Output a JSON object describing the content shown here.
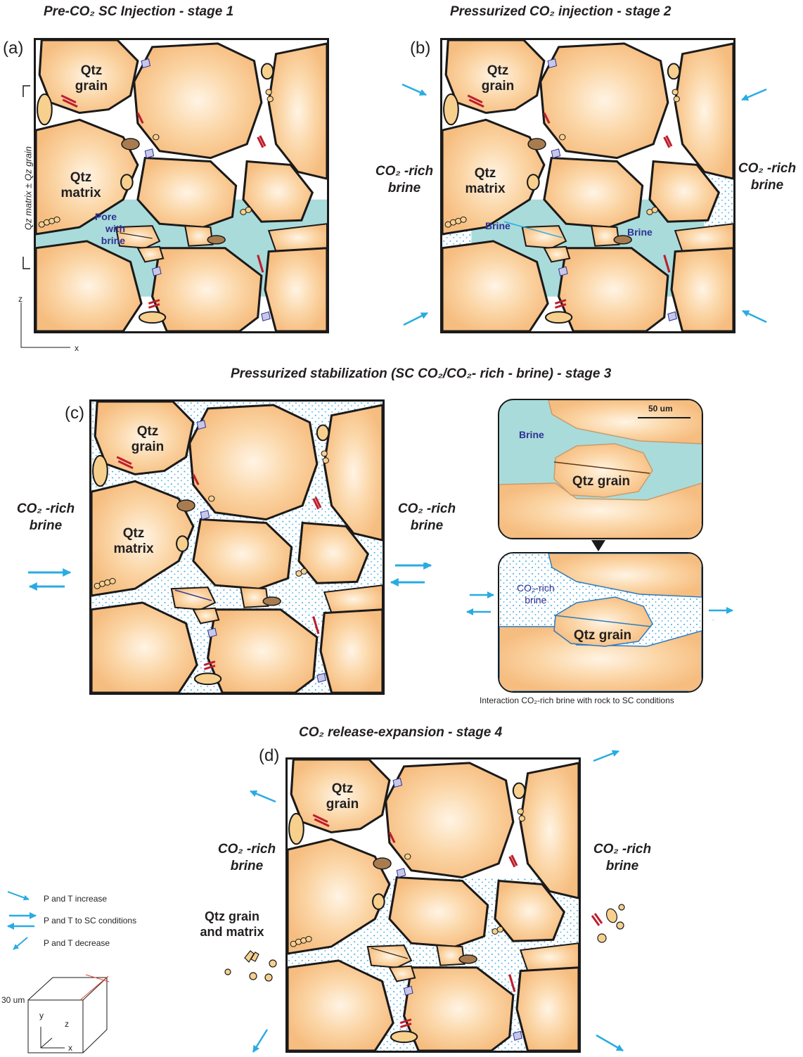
{
  "colors": {
    "grain": "#f9c68e",
    "grain_center": "#fff4e4",
    "brine": "#a9dbdb",
    "co2_dot": "#3fa9e0",
    "arrow": "#29abe2",
    "label_blue": "#2e3192",
    "outline": "#1a1a1a",
    "clay": "#a97c50",
    "red_mineral": "#be1e2d"
  },
  "titles": {
    "stage1": "Pre-CO₂ SC Injection - stage 1",
    "stage2": "Pressurized CO₂ injection - stage 2",
    "stage3": "Pressurized stabilization (SC CO₂/CO₂- rich - brine) - stage 3",
    "stage4": "CO₂  release-expansion - stage 4"
  },
  "panel_labels": {
    "a": "(a)",
    "b": "(b)",
    "c": "(c)",
    "d": "(d)"
  },
  "grain_labels": {
    "qtz_grain_1": "Qtz",
    "qtz_grain_2": "grain",
    "qtz_matrix_1": "Qtz",
    "qtz_matrix_2": "matrix"
  },
  "panel_a": {
    "vertical_label": "Qz matrix ± Qz grain",
    "pore_1": "Pore",
    "pore_2": "with brine",
    "axis_z": "z",
    "axis_x": "x"
  },
  "side_labels": {
    "co2_line1": "CO₂ -rich",
    "co2_line2": "brine"
  },
  "panel_b": {
    "brine_left": "Brine",
    "brine_right": "Brine"
  },
  "inset": {
    "scale": "50 um",
    "brine": "Brine",
    "qtz_grain": "Qtz  grain",
    "co2_brine_1": "CO₂-rich",
    "co2_brine_2": "brine",
    "caption": "Interaction CO₂-rich brine with  rock to SC conditions"
  },
  "panel_d": {
    "debris_1": "Qtz grain",
    "debris_2": "and matrix"
  },
  "legend": {
    "increase": "P and T increase",
    "to_sc": "P and T to SC conditions",
    "decrease": "P and T decrease",
    "cube_size": "30 um",
    "axis_y": "y",
    "axis_z": "z",
    "axis_x": "x"
  },
  "icons": [
    "arrow-in-icon",
    "arrow-out-icon",
    "double-arrow-icon",
    "triangle-down-icon",
    "cube-icon"
  ]
}
